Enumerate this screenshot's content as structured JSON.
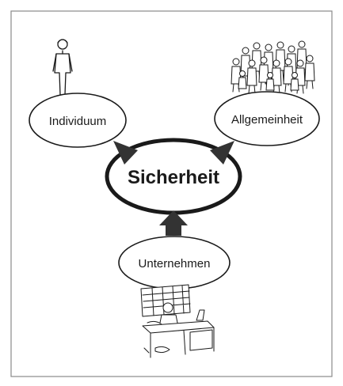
{
  "labels": {
    "center": "Sicherheit",
    "left": "Individuum",
    "right": "Allgemeinheit",
    "bottom": "Unternehmen"
  },
  "illustrations": {
    "left": "person-icon",
    "right": "crowd-icon",
    "bottom": "office-worker-icon"
  },
  "colors": {
    "stroke": "#1a1a1a",
    "arrow": "#333333",
    "frame": "#888888",
    "background": "#ffffff"
  }
}
